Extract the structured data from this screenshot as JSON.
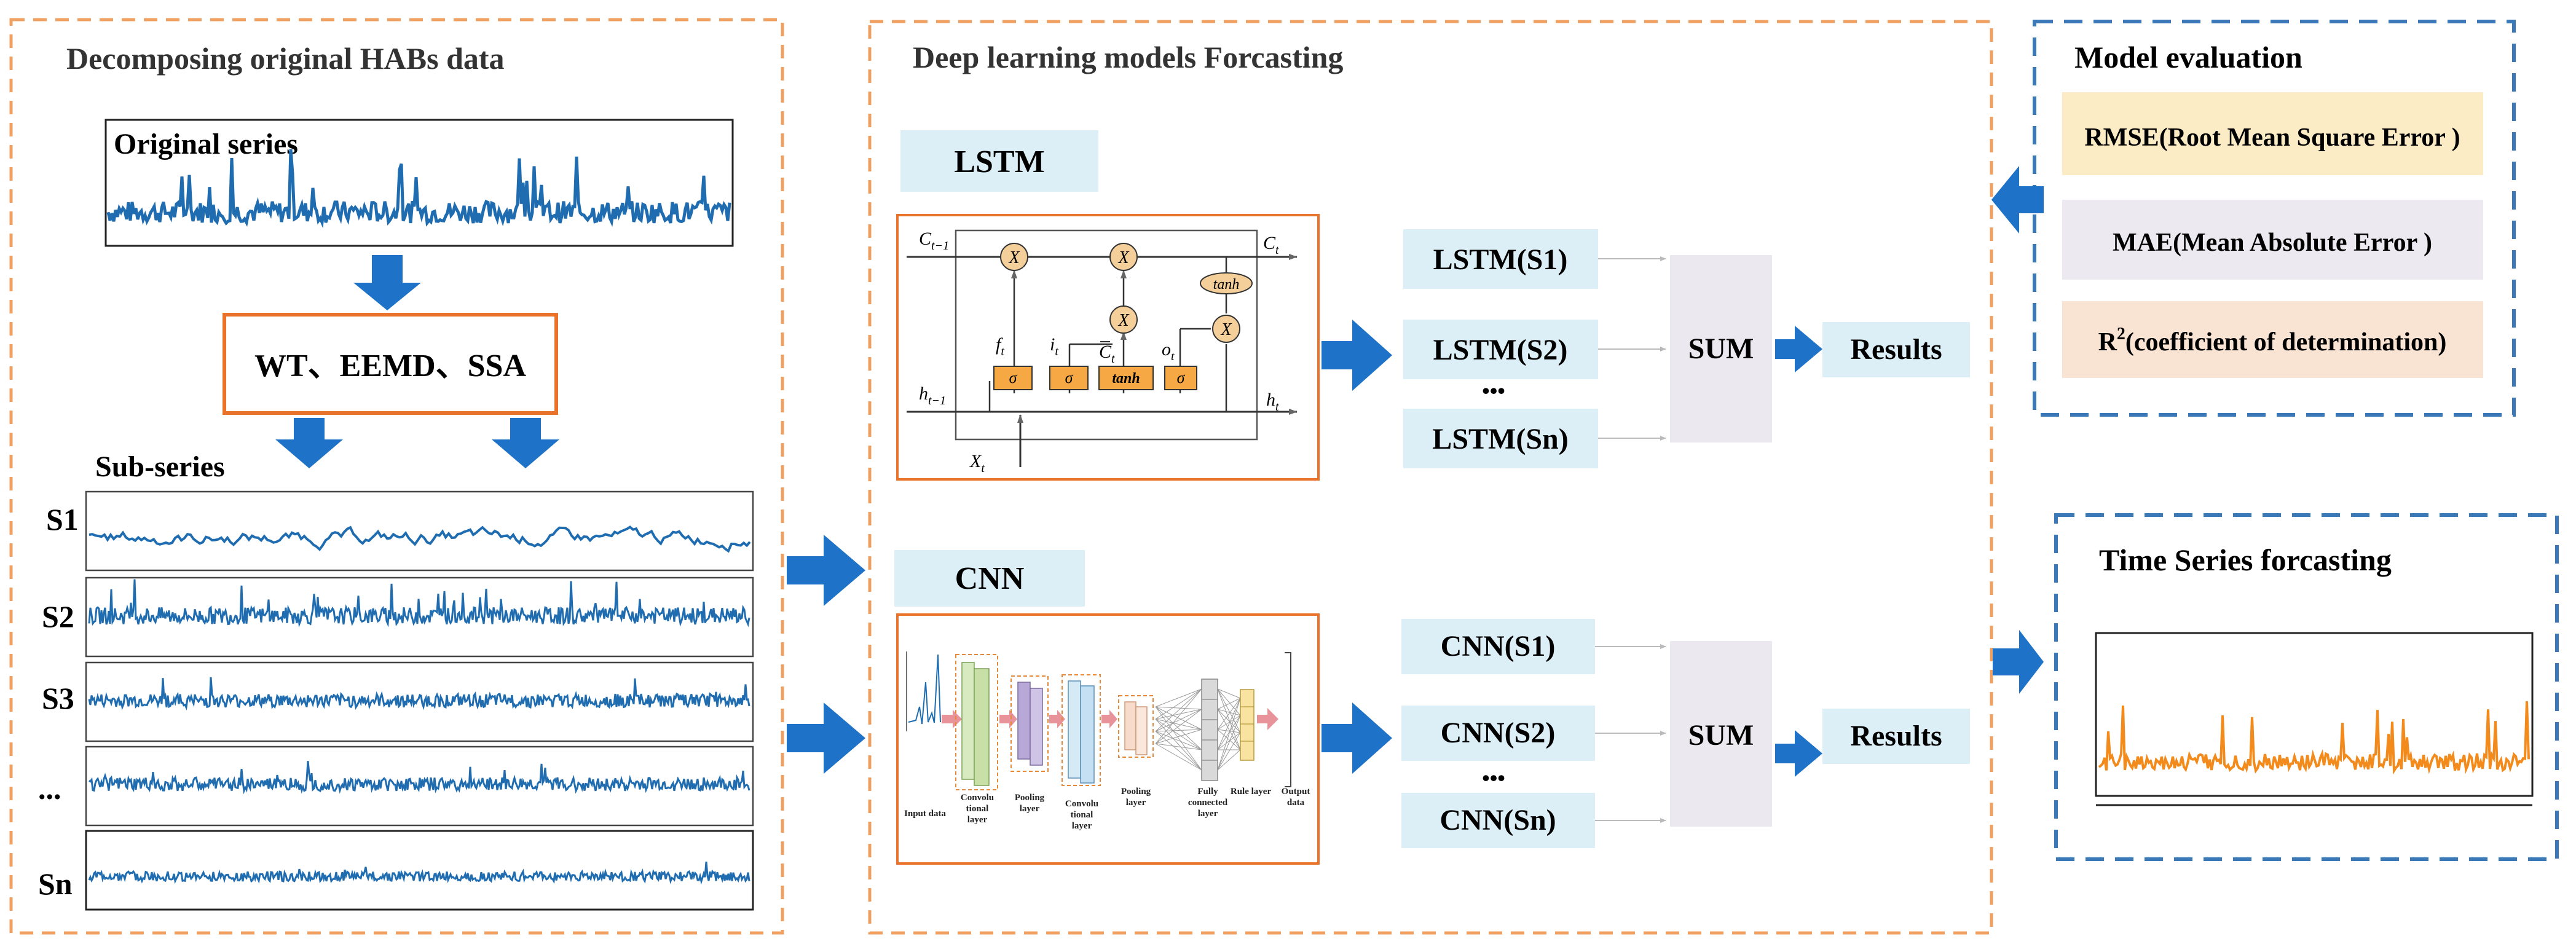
{
  "colors": {
    "orange_dash": "#f0a060",
    "blue_dash": "#3a78b8",
    "arrow_blue": "#1e73c8",
    "series_blue": "#1f6db0",
    "forecast_orange": "#f28a1c",
    "label_box": "#dceef6",
    "sum_box": "#ebe8f0",
    "rmse_box": "#fcecc6",
    "mae_box": "#ece9f1",
    "r2_box": "#f9e3d3",
    "gate_orange": "#f5a843",
    "method_border": "#e9732a"
  },
  "decompose": {
    "title": "Decomposing original HABs data",
    "original_label": "Original series",
    "method_label": "WT、EEMD、SSA",
    "subseries_label": "Sub-series",
    "rows": [
      "S1",
      "S2",
      "S3",
      "...",
      "Sn"
    ]
  },
  "forecast": {
    "title": "Deep learning models Forcasting",
    "lstm": {
      "label": "LSTM",
      "outputs": [
        "LSTM(S1)",
        "LSTM(S2)",
        "LSTM(Sn)"
      ],
      "dots": "•••",
      "sum": "SUM",
      "results": "Results",
      "cell": {
        "c_prev": "C",
        "c_prev_sub": "t−1",
        "c_next": "C",
        "c_next_sub": "t",
        "h_prev": "h",
        "h_prev_sub": "t−1",
        "h_next": "h",
        "h_next_sub": "t",
        "x_in": "X",
        "x_in_sub": "t",
        "f": "f",
        "f_sub": "t",
        "i": "i",
        "i_sub": "t",
        "c_tilde": "C",
        "c_tilde_sub": "t",
        "o": "o",
        "o_sub": "t",
        "mult": "X",
        "sigma": "σ",
        "tanh": "tanh"
      }
    },
    "cnn": {
      "label": "CNN",
      "outputs": [
        "CNN(S1)",
        "CNN(S2)",
        "CNN(Sn)"
      ],
      "dots": "•••",
      "sum": "SUM",
      "results": "Results",
      "layers": {
        "input": "Input data",
        "conv1_a": "Convolu",
        "conv1_b": "tional",
        "conv1_c": "layer",
        "pool1_a": "Pooling",
        "pool1_b": "layer",
        "conv2_a": "Convolu",
        "conv2_b": "tional",
        "conv2_c": "layer",
        "pool2_a": "Pooling",
        "pool2_b": "layer",
        "fc_a": "Fully",
        "fc_b": "connected",
        "fc_c": "layer",
        "relu": "Rule layer",
        "output_a": "Output",
        "output_b": "data"
      }
    }
  },
  "evaluation": {
    "title": "Model evaluation",
    "rmse": "RMSE(Root Mean Square Error )",
    "mae": "MAE(Mean Absolute Error )",
    "r2_prefix": "R",
    "r2_sup": "2",
    "r2_rest": "(coefficient of determination)"
  },
  "output": {
    "title": "Time Series forcasting"
  }
}
